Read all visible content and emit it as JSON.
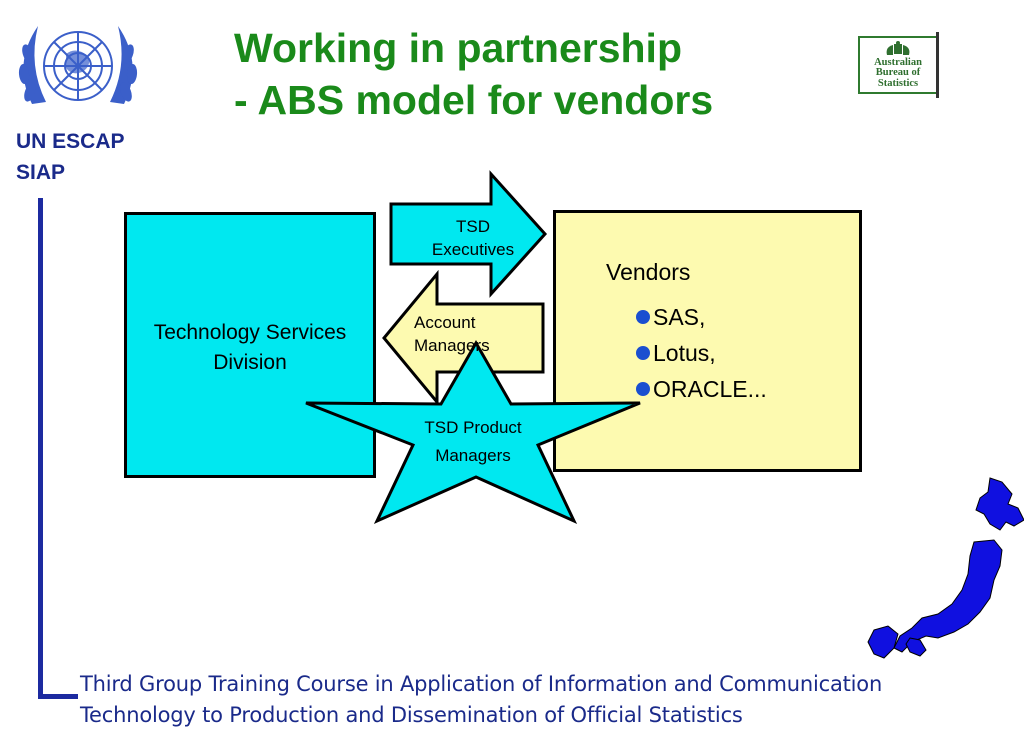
{
  "header": {
    "org_line1": "UN ESCAP",
    "org_line2": "SIAP",
    "title_line1": "Working in partnership",
    "title_line2": "- ABS model for vendors"
  },
  "abs_logo": {
    "line1": "Australian",
    "line2": "Bureau of",
    "line3": "Statistics"
  },
  "diagram": {
    "left_box_label": "Technology  Services Division",
    "right_arrow_label_line1": "TSD",
    "right_arrow_label_line2": "Executives",
    "left_arrow_label_line1": "Account",
    "left_arrow_label_line2": "Managers",
    "star_label_line1": "TSD Product",
    "star_label_line2": "Managers",
    "vendors_title": "Vendors",
    "vendors": [
      "SAS,",
      "Lotus,",
      "ORACLE..."
    ]
  },
  "footer": {
    "line1": "Third Group Training Course in Application of Information and Communication",
    "line2": "Technology to Production and Dissemination of Official Statistics"
  },
  "colors": {
    "title_green": "#1a8a1a",
    "org_blue": "#1a2a8a",
    "tsd_cyan": "#00e8f0",
    "vendor_yellow": "#fdfab0",
    "map_blue": "#1010e0"
  },
  "icons": [
    "un-emblem-icon",
    "abs-crest-icon",
    "japan-map-icon"
  ]
}
